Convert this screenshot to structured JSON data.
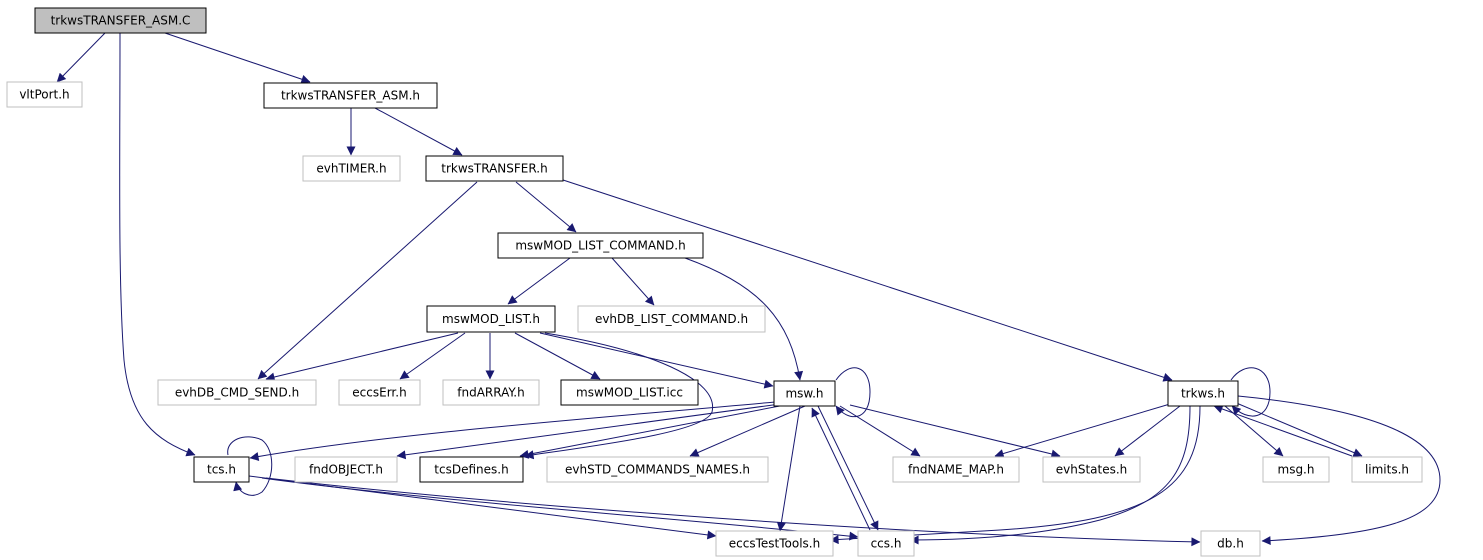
{
  "colors": {
    "edge": "#191970",
    "root_fill": "#bfbfbf",
    "ghost_border": "#bfbfbf"
  },
  "nodes": {
    "root": "trkwsTRANSFER_ASM.C",
    "vltPort": "vltPort.h",
    "asmH": "trkwsTRANSFER_ASM.h",
    "evhTIMER": "evhTIMER.h",
    "transferH": "trkwsTRANSFER.h",
    "mswModListCmd": "mswMOD_LIST_COMMAND.h",
    "mswModList": "mswMOD_LIST.h",
    "evhDbListCmd": "evhDB_LIST_COMMAND.h",
    "evhDbCmdSend": "evhDB_CMD_SEND.h",
    "eccsErr": "eccsErr.h",
    "fndArray": "fndARRAY.h",
    "mswModListIcc": "mswMOD_LIST.icc",
    "msw": "msw.h",
    "trkws": "trkws.h",
    "tcs": "tcs.h",
    "fndObject": "fndOBJECT.h",
    "tcsDefines": "tcsDefines.h",
    "evhStdCmdNames": "evhSTD_COMMANDS_NAMES.h",
    "fndNameMap": "fndNAME_MAP.h",
    "evhStates": "evhStates.h",
    "msg": "msg.h",
    "limits": "limits.h",
    "eccsTestTools": "eccsTestTools.h",
    "ccs": "ccs.h",
    "db": "db.h"
  }
}
